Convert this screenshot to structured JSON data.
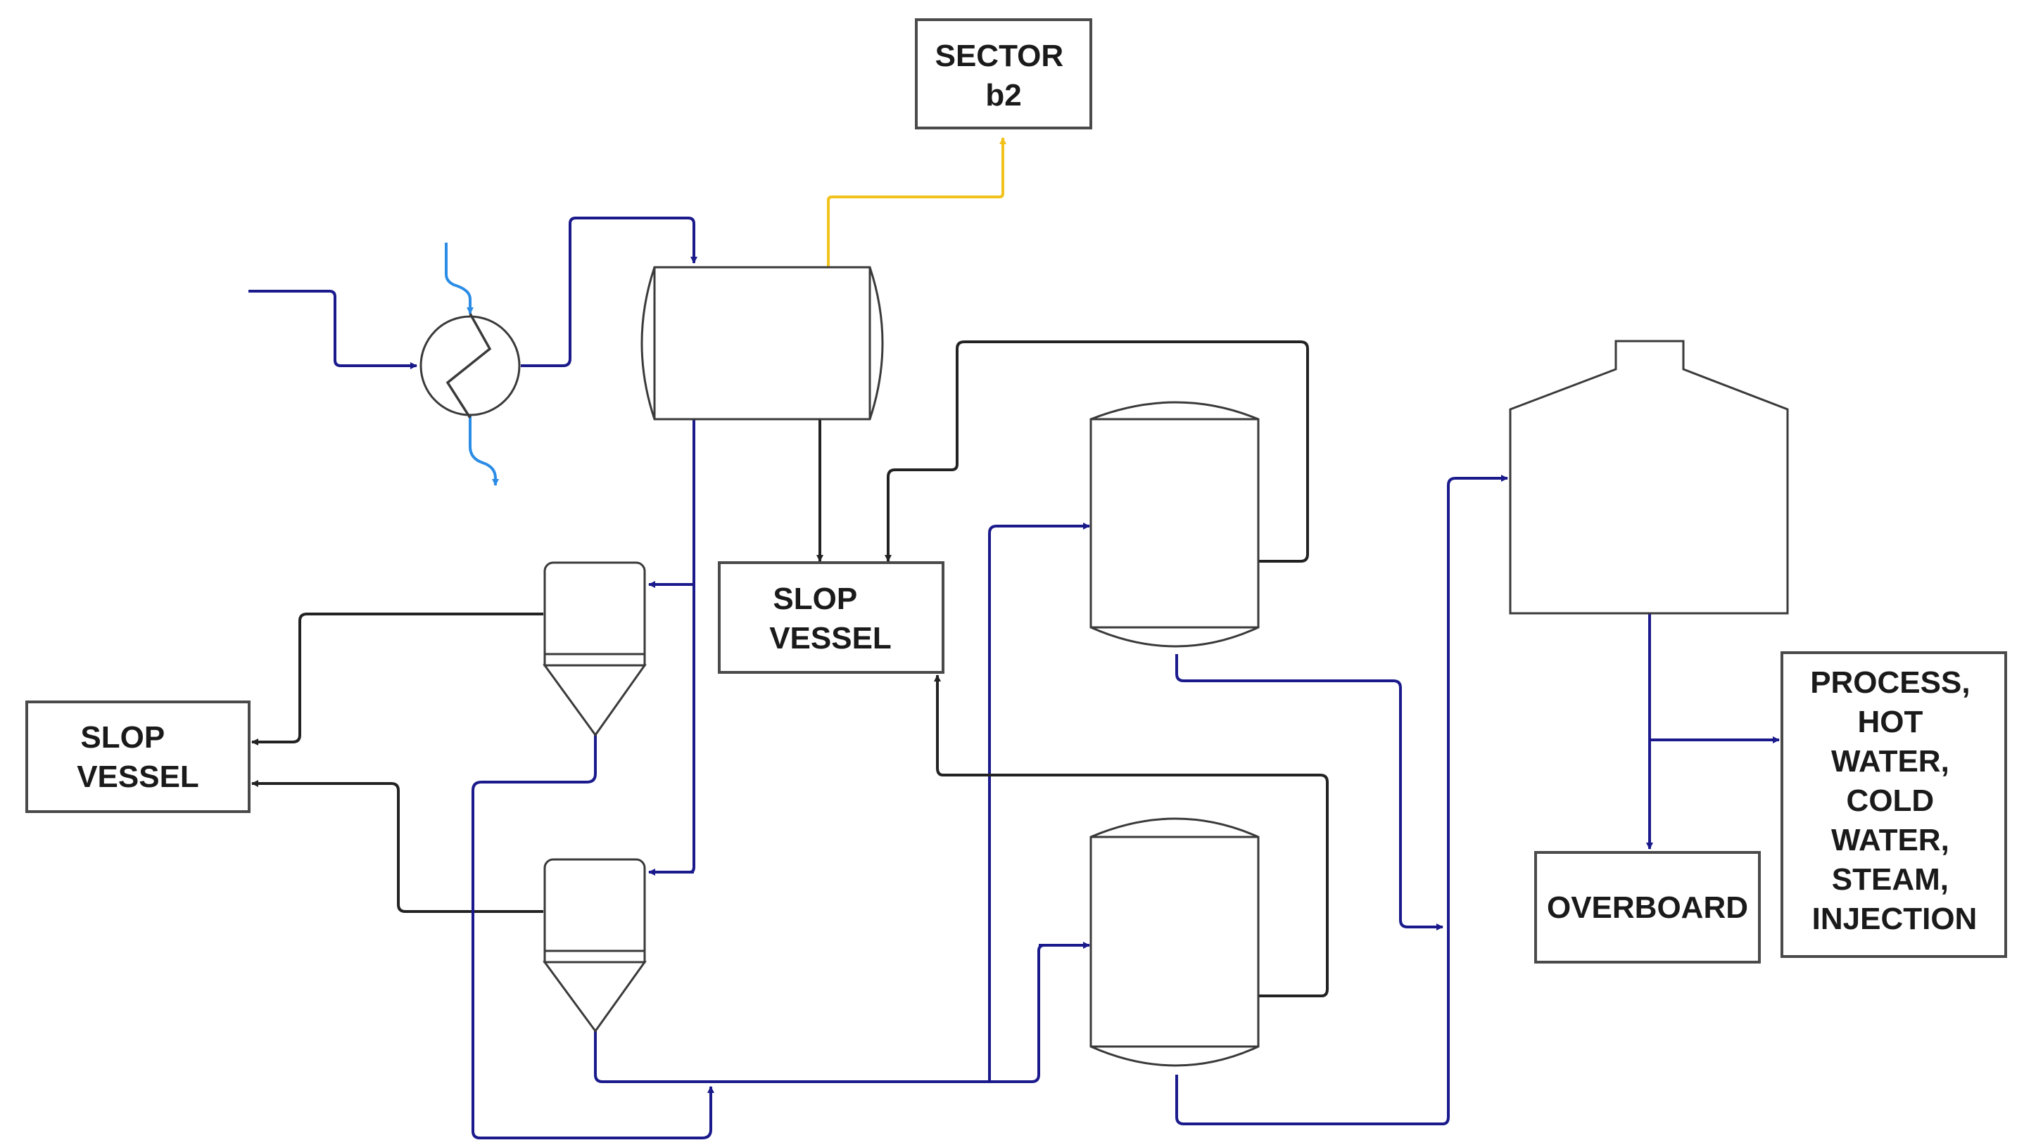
{
  "boxes": {
    "sector": [
      "SECTOR",
      "b2"
    ],
    "slop_center": [
      "SLOP",
      "VESSEL"
    ],
    "slop_left": [
      "SLOP",
      "VESSEL"
    ],
    "overboard": [
      "OVERBOARD"
    ],
    "process": [
      "PROCESS,",
      "HOT",
      "WATER,",
      "COLD",
      "WATER,",
      "STEAM,",
      "INJECTION"
    ]
  },
  "colors": {
    "process_line": "#1a1a8c",
    "cooling_water": "#2b8ce6",
    "gas_line": "#f2c21b",
    "slop_line": "#222222",
    "outline": "#3a3a3a"
  },
  "icons": {
    "heat_exchanger": "heat-exchanger-icon",
    "separator": "horizontal-separator-icon",
    "hydrocyclone": "hydrocyclone-icon",
    "vessel": "vertical-vessel-icon",
    "tank": "storage-tank-icon"
  }
}
